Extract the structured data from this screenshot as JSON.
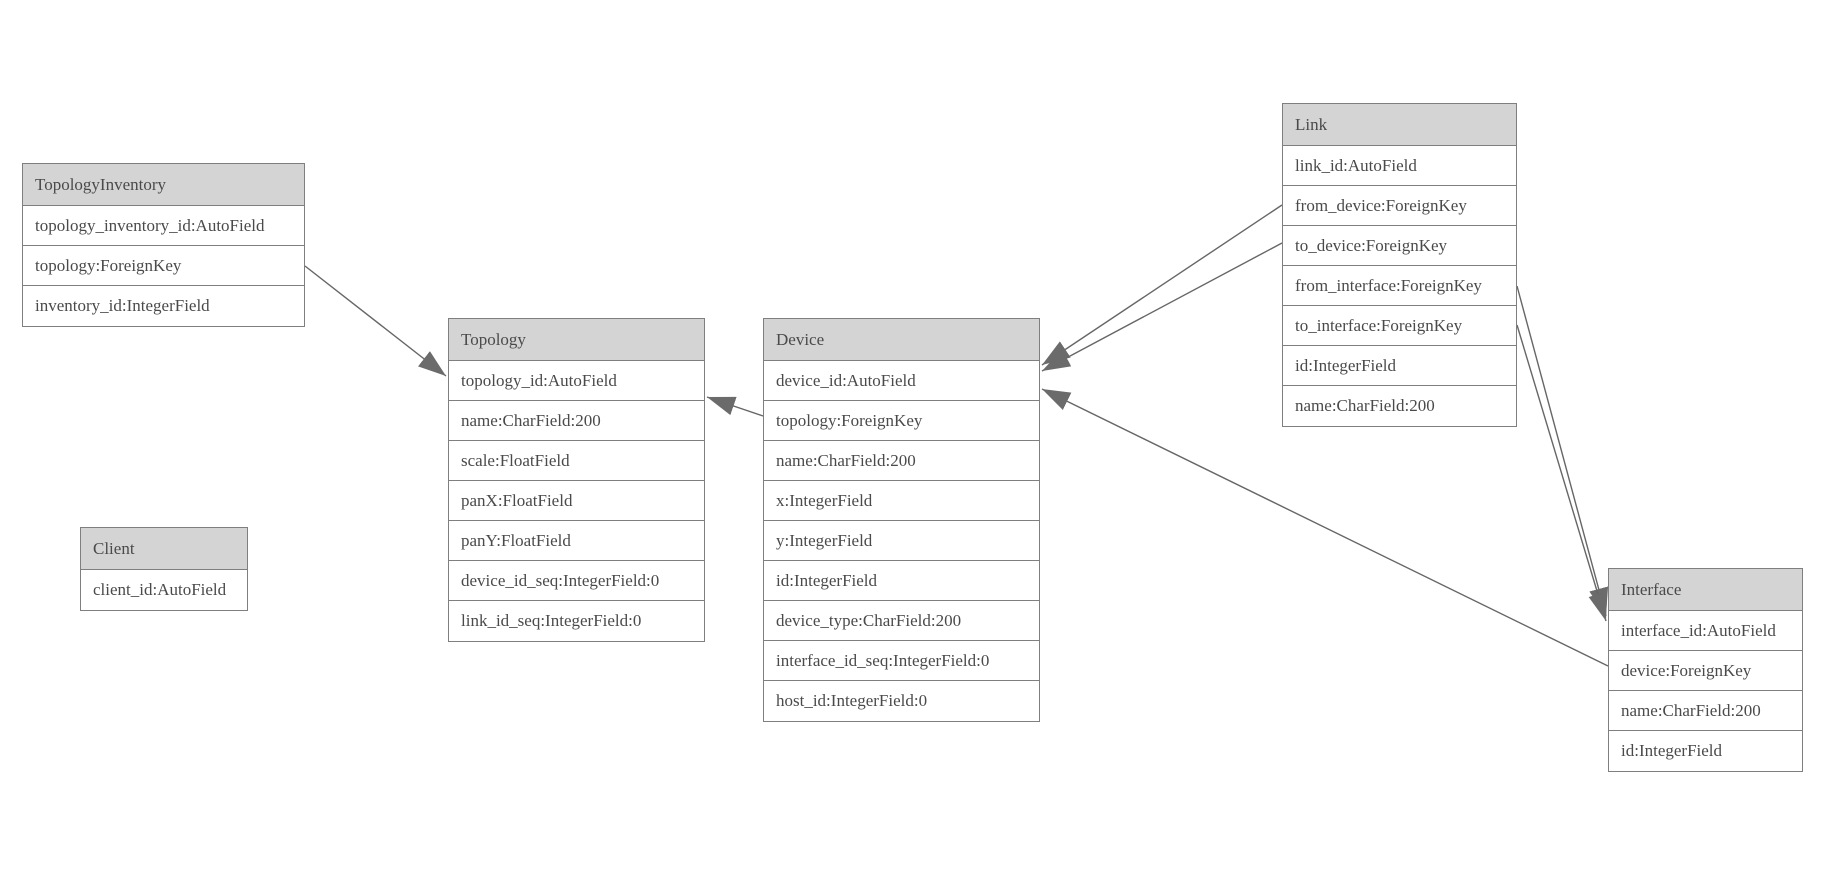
{
  "colors": {
    "header_fill": "#d4d4d4",
    "row_fill": "#ffffff",
    "border": "#7f7f7f",
    "text": "#4a4a4a",
    "edge": "#666666"
  },
  "entities": [
    {
      "name": "TopologyInventory",
      "fields": [
        "topology_inventory_id:AutoField",
        "topology:ForeignKey",
        "inventory_id:IntegerField"
      ]
    },
    {
      "name": "Topology",
      "fields": [
        "topology_id:AutoField",
        "name:CharField:200",
        "scale:FloatField",
        "panX:FloatField",
        "panY:FloatField",
        "device_id_seq:IntegerField:0",
        "link_id_seq:IntegerField:0"
      ]
    },
    {
      "name": "Client",
      "fields": [
        "client_id:AutoField"
      ]
    },
    {
      "name": "Device",
      "fields": [
        "device_id:AutoField",
        "topology:ForeignKey",
        "name:CharField:200",
        "x:IntegerField",
        "y:IntegerField",
        "id:IntegerField",
        "device_type:CharField:200",
        "interface_id_seq:IntegerField:0",
        "host_id:IntegerField:0"
      ]
    },
    {
      "name": "Link",
      "fields": [
        "link_id:AutoField",
        "from_device:ForeignKey",
        "to_device:ForeignKey",
        "from_interface:ForeignKey",
        "to_interface:ForeignKey",
        "id:IntegerField",
        "name:CharField:200"
      ]
    },
    {
      "name": "Interface",
      "fields": [
        "interface_id:AutoField",
        "device:ForeignKey",
        "name:CharField:200",
        "id:IntegerField"
      ]
    }
  ],
  "edges": [
    {
      "from": "TopologyInventory.topology",
      "to": "Topology"
    },
    {
      "from": "Device.topology",
      "to": "Topology"
    },
    {
      "from": "Link.from_device",
      "to": "Device"
    },
    {
      "from": "Link.to_device",
      "to": "Device"
    },
    {
      "from": "Link.from_interface",
      "to": "Interface"
    },
    {
      "from": "Link.to_interface",
      "to": "Interface"
    },
    {
      "from": "Interface.device",
      "to": "Device"
    }
  ]
}
